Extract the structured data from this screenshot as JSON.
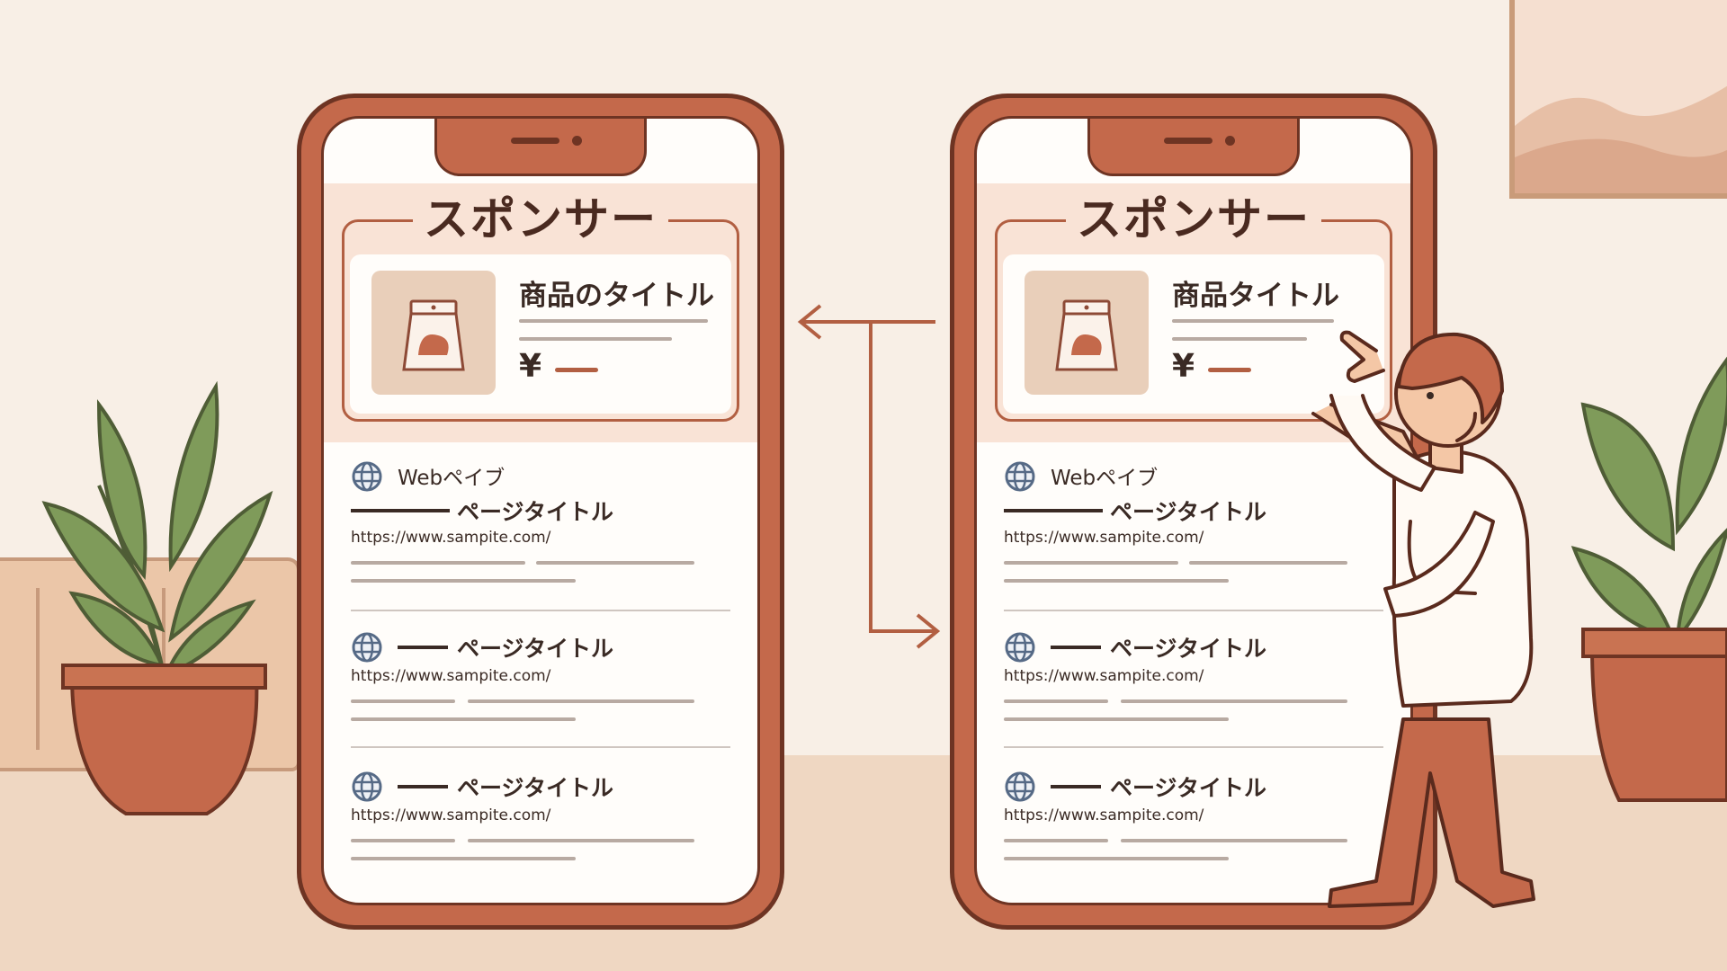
{
  "phones": [
    {
      "sponsor_label": "スポンサー",
      "ad_title": "商品のタイトル",
      "ad_price_symbol": "¥",
      "results": [
        {
          "site_name": "Webペイブ",
          "title": "ページタイトル",
          "url": "https://www.sampite.com/"
        },
        {
          "site_name": "",
          "title": "ページタイトル",
          "url": "https://www.sampite.com/"
        },
        {
          "site_name": "",
          "title": "ページタイトル",
          "url": "https://www.sampite.com/"
        }
      ]
    },
    {
      "sponsor_label": "スポンサー",
      "ad_title": "商品タイトル",
      "ad_price_symbol": "¥",
      "results": [
        {
          "site_name": "Webペイブ",
          "title": "ページタイトル",
          "url": "https://www.sampite.com/"
        },
        {
          "site_name": "",
          "title": "ページタイトル",
          "url": "https://www.sampite.com/"
        },
        {
          "site_name": "",
          "title": "ページタイトル",
          "url": "https://www.sampite.com/"
        }
      ]
    }
  ],
  "icons": [
    "globe-icon",
    "product-bag-icon",
    "arrow-left-icon",
    "arrow-right-icon",
    "smartphone-notch"
  ],
  "colors": {
    "phone_body": "#c4694b",
    "phone_outline": "#6e3423",
    "sponsor_bg": "#f9e3d6",
    "accent": "#b25f42",
    "wall": "#f8efe6",
    "floor": "#efd7c2",
    "plant_leaf": "#7f9b5a",
    "pot": "#c4694b"
  }
}
